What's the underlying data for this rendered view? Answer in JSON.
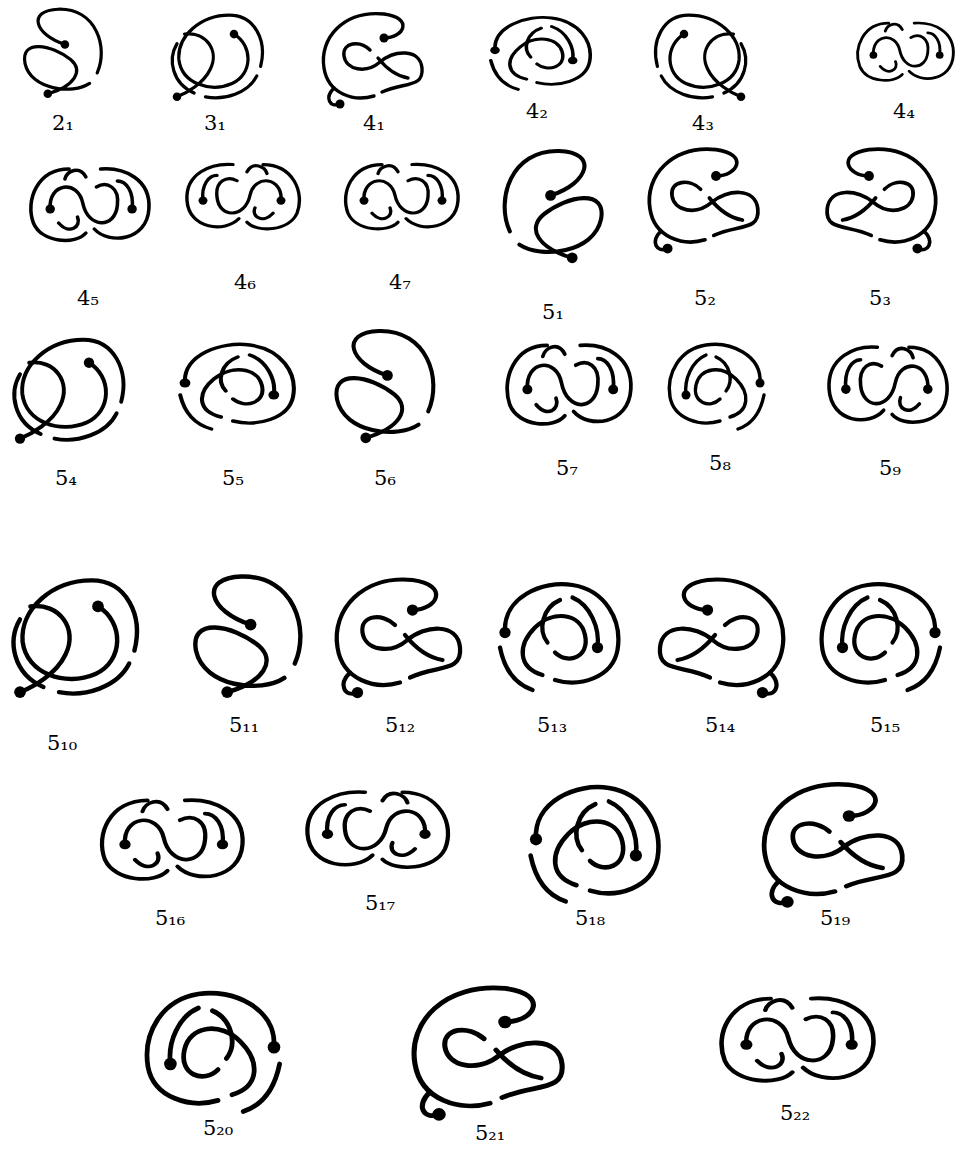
{
  "diagram": {
    "labels": [
      "2₁",
      "3₁",
      "4₁",
      "4₂",
      "4₃",
      "4₄",
      "4₅",
      "4₆",
      "4₇",
      "5₁",
      "5₂",
      "5₃",
      "5₄",
      "5₅",
      "5₆",
      "5₇",
      "5₈",
      "5₉",
      "5₁₀",
      "5₁₁",
      "5₁₂",
      "5₁₃",
      "5₁₄",
      "5₁₅",
      "5₁₆",
      "5₁₇",
      "5₁₈",
      "5₁₉",
      "5₂₀",
      "5₂₁",
      "5₂₂"
    ]
  }
}
